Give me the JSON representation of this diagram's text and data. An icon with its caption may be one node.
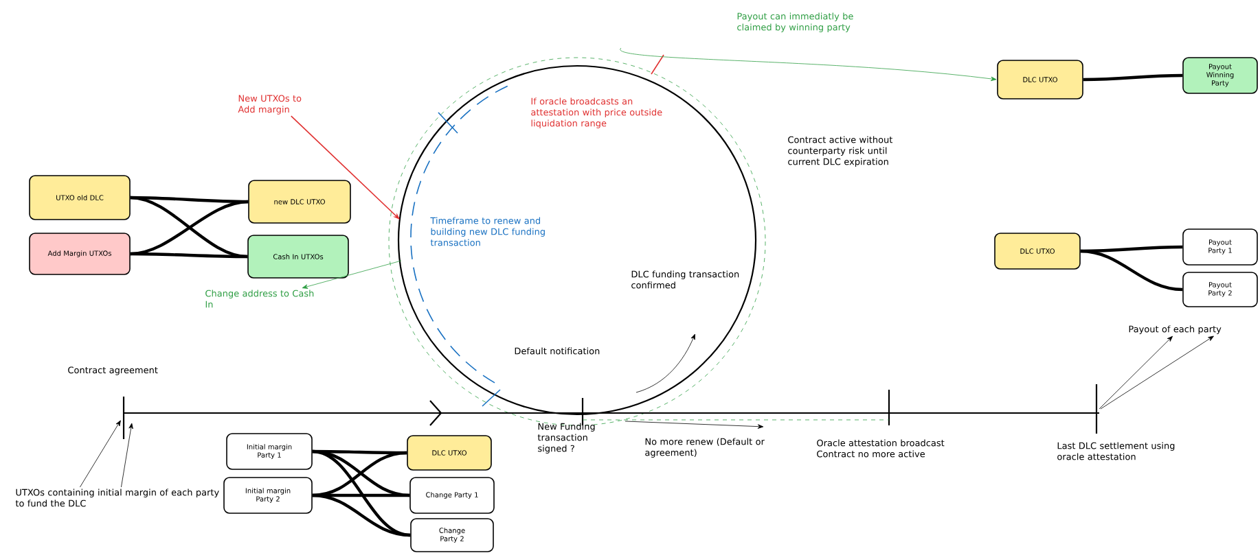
{
  "diagram": {
    "nodes": [
      {
        "text": [
          "UTXO old DLC"
        ]
      },
      {
        "text": [
          "Add Margin UTXOs"
        ]
      },
      {
        "text": [
          "new DLC UTXO"
        ]
      },
      {
        "text": [
          "Cash In UTXOs"
        ]
      },
      {
        "text": [
          "DLC UTXO"
        ]
      },
      {
        "text": [
          "Payout Winning Party"
        ]
      },
      {
        "text": [
          "DLC UTXO"
        ]
      },
      {
        "text": [
          "Payout Party 1"
        ]
      },
      {
        "text": [
          "Payout Party 2"
        ]
      },
      {
        "text": [
          "Initial margin Party 1"
        ]
      },
      {
        "text": [
          "Initial margin Party 2"
        ]
      },
      {
        "text": [
          "DLC UTXO"
        ]
      },
      {
        "text": [
          "Change Party 1"
        ]
      },
      {
        "text": [
          "Change Party 2"
        ]
      },
      {
        "text": [
          "New UTXOs to Add margin"
        ]
      },
      {
        "text": [
          "Change address to Cash In"
        ]
      },
      {
        "text": [
          "UTXOs containing initial margin of each party to fund the DLC"
        ]
      },
      {
        "text": [
          "Payout of each party"
        ]
      }
    ],
    "edges": [
      {
        "from": 0,
        "to": 2,
        "arrow": "none"
      },
      {
        "from": 0,
        "to": 3,
        "arrow": "none"
      },
      {
        "from": 1,
        "to": 2,
        "arrow": "none"
      },
      {
        "from": 1,
        "to": 3,
        "arrow": "none"
      },
      {
        "from": 4,
        "to": 5,
        "arrow": "none"
      },
      {
        "from": 6,
        "to": 7,
        "arrow": "none"
      },
      {
        "from": 6,
        "to": 8,
        "arrow": "none"
      },
      {
        "from": 9,
        "to": 11,
        "arrow": "none"
      },
      {
        "from": 9,
        "to": 12,
        "arrow": "none"
      },
      {
        "from": 9,
        "to": 13,
        "arrow": "none"
      },
      {
        "from": 10,
        "to": 11,
        "arrow": "none"
      },
      {
        "from": 10,
        "to": 12,
        "arrow": "none"
      },
      {
        "from": 10,
        "to": 13,
        "arrow": "none"
      },
      {
        "from": 14,
        "to": null,
        "arrow": "to",
        "color": "#e03131"
      },
      {
        "from": null,
        "to": 15,
        "arrow": "to",
        "color": "#2f9e44"
      },
      {
        "from": null,
        "to": 4,
        "arrow": "to",
        "color": "#2f9e44",
        "label": "Payout can immediatly be claimed by winning party"
      },
      {
        "from": 16,
        "to": null,
        "arrow": "to"
      },
      {
        "from": 16,
        "to": null,
        "arrow": "to"
      },
      {
        "from": null,
        "to": 17,
        "arrow": "to"
      },
      {
        "from": null,
        "to": 17,
        "arrow": "to"
      }
    ],
    "labels": [
      "If oracle broadcasts an attestation with price outside liquidation range",
      "Contract active without counterparty risk until current DLC expiration",
      "Timeframe to renew and building new DLC funding transaction",
      "DLC funding transaction confirmed",
      "Default notification",
      "Contract agreement",
      "New Funding transaction signed ?",
      "No more renew (Default or agreement)",
      "Oracle attestation broadcast Contract no more active",
      "Last DLC settlement using oracle attestation"
    ]
  }
}
